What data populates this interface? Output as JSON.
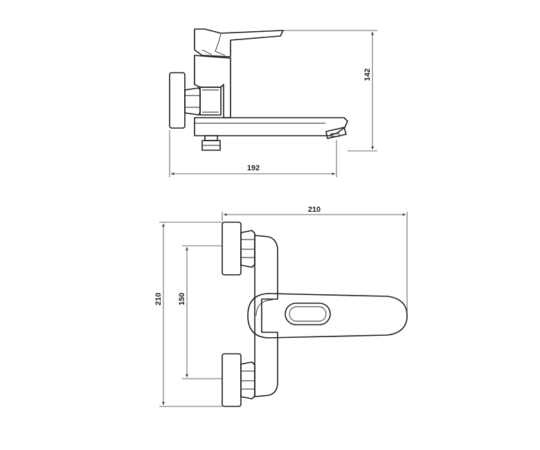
{
  "dimensions": {
    "side_width": "192",
    "side_height": "142",
    "top_width": "210",
    "top_height": "210",
    "mount_spacing": "150"
  }
}
